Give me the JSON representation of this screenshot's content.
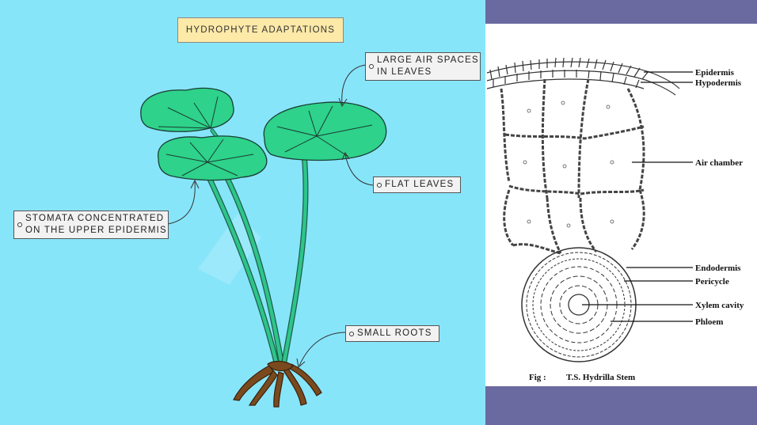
{
  "left": {
    "title": "HYDROPHYTE ADAPTATIONS",
    "callouts": {
      "air_spaces_line1": "LARGE AIR SPACES",
      "air_spaces_line2": "IN LEAVES",
      "flat_leaves": "FLAT LEAVES",
      "stomata_line1": "STOMATA CONCENTRATED",
      "stomata_line2": "ON THE UPPER EPIDERMIS",
      "small_roots": "SMALL ROOTS"
    }
  },
  "right": {
    "labels": {
      "epidermis": "Epidermis",
      "hypodermis": "Hypodermis",
      "air_chamber": "Air chamber",
      "endodermis": "Endodermis",
      "pericycle": "Pericycle",
      "xylem_cavity": "Xylem cavity",
      "phloem": "Phloem"
    },
    "caption_prefix": "Fig :",
    "caption_text": "T.S. Hydrilla Stem"
  },
  "colors": {
    "left_background": "#87e5fa",
    "band": "#6a6aa0",
    "leaf": "#2ed28a",
    "root": "#7a4a1e"
  }
}
